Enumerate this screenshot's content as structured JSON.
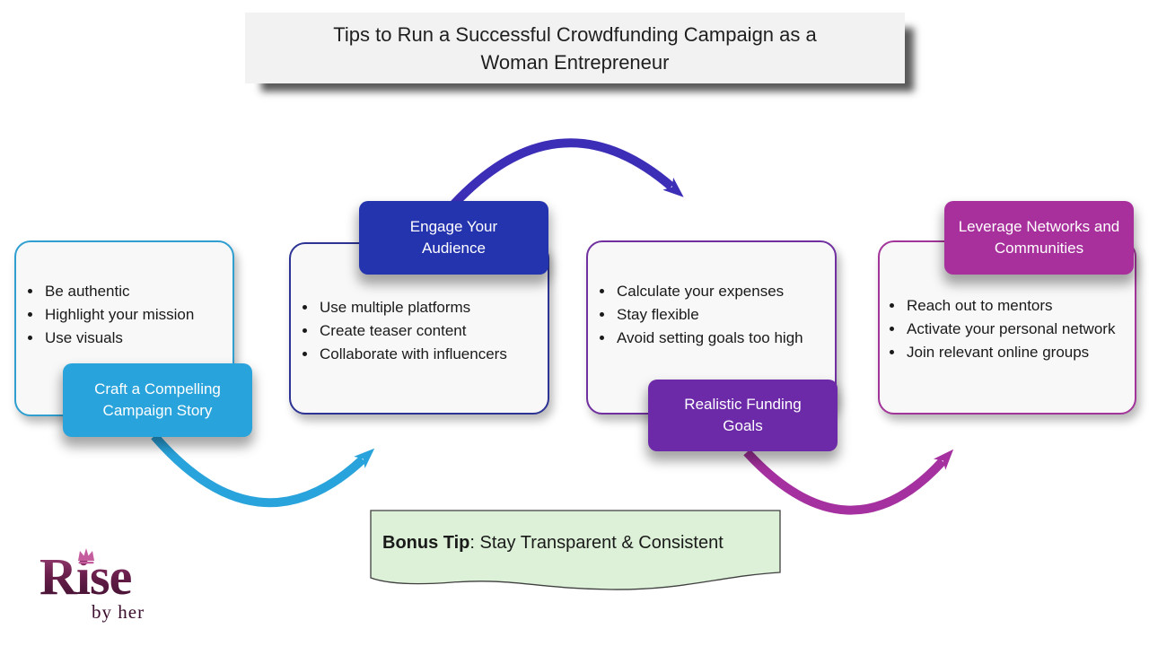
{
  "title": {
    "lines": [
      "Tips to Run a Successful Crowdfunding Campaign as a",
      "Woman Entrepreneur"
    ]
  },
  "tips": [
    {
      "label": "Craft a Compelling Campaign Story",
      "bullets": [
        "Be authentic",
        "Highlight your mission",
        "Use visuals"
      ],
      "accent": "#29A3DB",
      "border": "#2E9FD0",
      "label_position": "bottom"
    },
    {
      "label": "Engage Your Audience",
      "bullets": [
        "Use multiple platforms",
        "Create teaser content",
        "Collaborate with influencers"
      ],
      "accent": "#2433AE",
      "border": "#2D3494",
      "label_position": "top"
    },
    {
      "label": "Realistic Funding Goals",
      "bullets": [
        "Calculate your expenses",
        "Stay flexible",
        "Avoid setting goals too high"
      ],
      "accent": "#6C2AA8",
      "border": "#7030A0",
      "label_position": "bottom"
    },
    {
      "label": "Leverage Networks and Communities",
      "bullets": [
        "Reach out to mentors",
        "Activate your personal network",
        "Join relevant online groups"
      ],
      "accent": "#A8309C",
      "border": "#A3359A",
      "label_position": "top"
    }
  ],
  "bonus": {
    "label": "Bonus Tip",
    "text": ": Stay Transparent & Consistent",
    "bg": "#DCF1D7"
  },
  "logo": {
    "brand": "Rise",
    "tagline": "by her"
  },
  "colors": {
    "title_bg": "#F2F2F2",
    "card_bg": "#F8F8F8",
    "arrow_blue": "#3D2EB8",
    "arrow_cyan": "#29A3DB",
    "arrow_magenta": "#A5309F",
    "bonus_border": "#3F3F3F",
    "logo_dark": "#3A0E2C",
    "crown_pink": "#C45C9E"
  }
}
